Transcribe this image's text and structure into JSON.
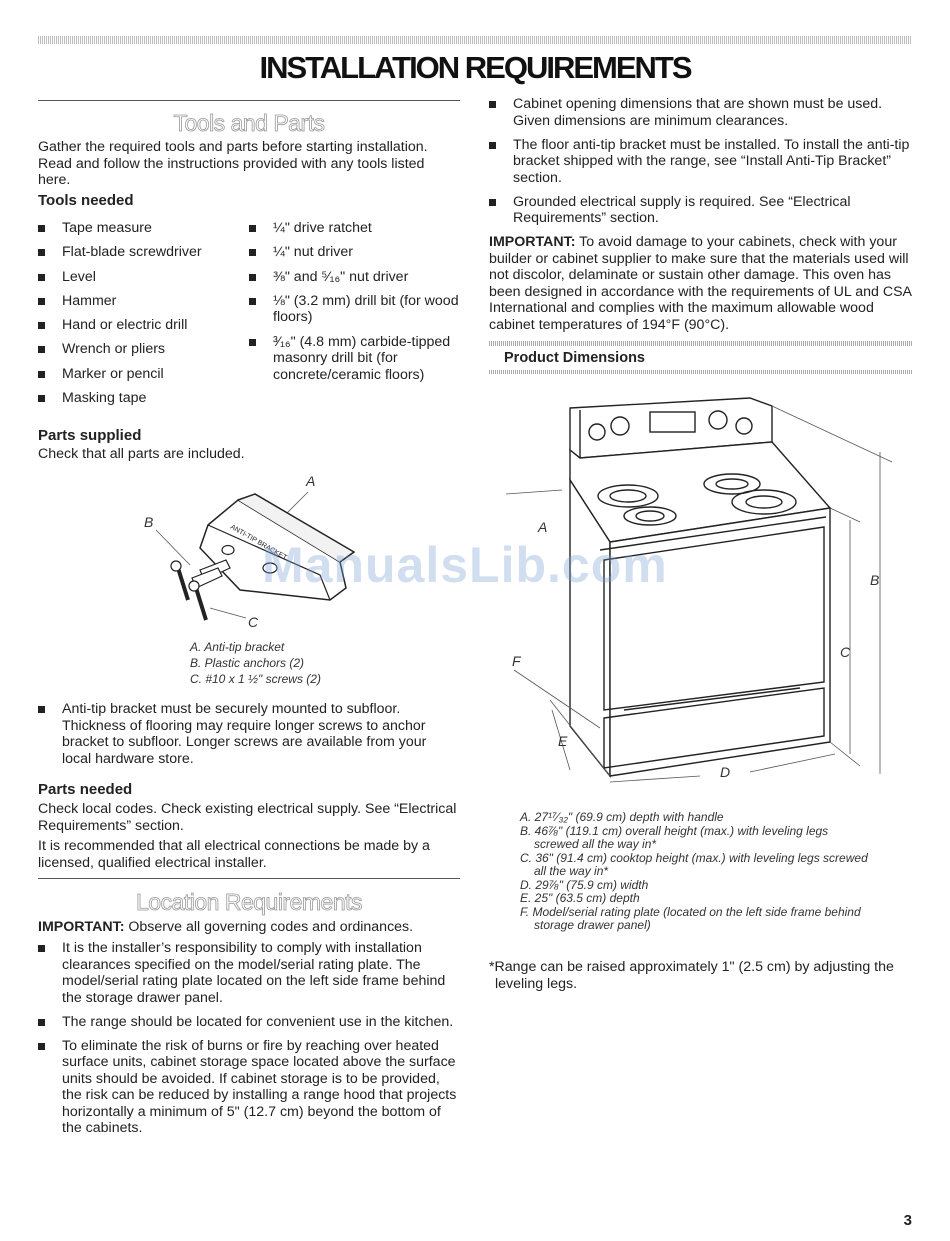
{
  "title": "INSTALLATION REQUIREMENTS",
  "tools_parts": {
    "heading": "Tools and Parts",
    "intro": "Gather the required tools and parts before starting installation. Read and follow the instructions provided with any tools listed here.",
    "tools_needed_heading": "Tools needed",
    "tools_col1": [
      "Tape measure",
      "Flat-blade screwdriver",
      "Level",
      "Hammer",
      "Hand or electric drill",
      "Wrench or pliers",
      "Marker or pencil",
      "Masking tape"
    ],
    "tools_col2": [
      "¼\" drive ratchet",
      "¼\" nut driver",
      "⅜\" and ⁵⁄₁₆\" nut driver",
      "⅛\" (3.2 mm) drill bit (for wood floors)",
      "³⁄₁₆\" (4.8 mm) carbide-tipped masonry drill bit (for concrete/ceramic floors)"
    ],
    "parts_supplied_heading": "Parts supplied",
    "parts_supplied_text": "Check that all parts are included.",
    "figure_labels": {
      "a": "A",
      "b": "B",
      "c": "C",
      "bracket_text": "ANTI-TIP BRACKET"
    },
    "captions": [
      "A. Anti-tip bracket",
      "B. Plastic anchors (2)",
      "C. #10 x 1 ½\" screws (2)"
    ],
    "anchor_note": "Anti-tip bracket must be securely mounted to subfloor. Thickness of flooring may require longer screws to anchor bracket to subfloor. Longer screws are available from your local hardware store.",
    "parts_needed_heading": "Parts needed",
    "parts_needed_text1": "Check local codes. Check existing electrical supply. See “Electrical Requirements” section.",
    "parts_needed_text2": "It is recommended that all electrical connections be made by a licensed, qualified electrical installer."
  },
  "location": {
    "heading": "Location Requirements",
    "important_label": "IMPORTANT:",
    "important_text": " Observe all governing codes and ordinances.",
    "items": [
      "It is the installer’s responsibility to comply with installation clearances specified on the model/serial rating plate. The model/serial rating plate located on the left side frame behind the storage drawer panel.",
      "The range should be located for convenient use in the kitchen.",
      "To eliminate the risk of burns or fire by reaching over heated surface units, cabinet storage space located above the surface units should be avoided. If cabinet storage is to be provided, the risk can be reduced by installing a range hood that projects horizontally a minimum of 5\" (12.7 cm) beyond the bottom of the cabinets."
    ]
  },
  "right": {
    "items": [
      "Cabinet opening dimensions that are shown must be used. Given dimensions are minimum clearances.",
      "The floor anti-tip bracket must be installed. To install the anti-tip bracket shipped with the range, see “Install Anti-Tip Bracket” section.",
      "Grounded electrical supply is required. See “Electrical Requirements” section."
    ],
    "important_label": "IMPORTANT:",
    "important_text": " To avoid damage to your cabinets, check with your builder or cabinet supplier to make sure that the materials used will not discolor, delaminate or sustain other damage. This oven has been designed in accordance with the requirements of UL and CSA International and complies with the maximum allowable wood cabinet temperatures of 194°F (90°C).",
    "product_dimensions_heading": "Product Dimensions",
    "diagram_labels": {
      "a": "A",
      "b": "B",
      "c": "C",
      "d": "D",
      "e": "E",
      "f": "F"
    },
    "dim_captions": [
      {
        "main": "A. 27¹⁷⁄₃₂\" (69.9 cm) depth with handle",
        "cont": ""
      },
      {
        "main": "B. 46⅞\" (119.1 cm) overall height (max.) with leveling legs",
        "cont": "screwed all the way in*"
      },
      {
        "main": "C. 36\" (91.4 cm) cooktop height (max.) with leveling legs screwed",
        "cont": "all the way in*"
      },
      {
        "main": "D. 29⅞\" (75.9 cm) width",
        "cont": ""
      },
      {
        "main": "E. 25\" (63.5 cm) depth",
        "cont": ""
      },
      {
        "main": "F. Model/serial rating plate (located on the left side frame behind",
        "cont": "storage drawer panel)"
      }
    ],
    "footnote": "*Range can be raised approximately 1\" (2.5 cm) by adjusting the leveling legs."
  },
  "watermark": "ManualsLib.com",
  "page_number": "3"
}
